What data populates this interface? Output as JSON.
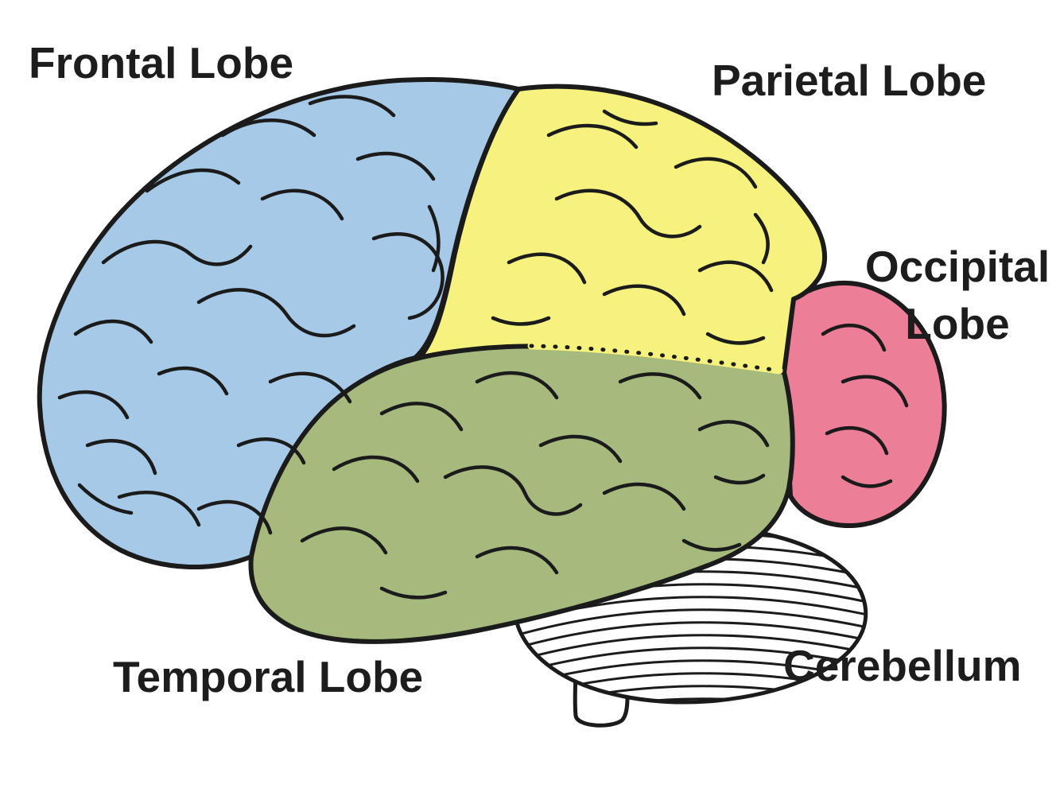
{
  "labels": {
    "frontal": "Frontal Lobe",
    "parietal": "Parietal Lobe",
    "occipital": "Occipital Lobe",
    "temporal": "Temporal Lobe",
    "cerebellum": "Cerebellum"
  },
  "colors": {
    "frontal": "#a5c9e6",
    "parietal": "#f6f27d",
    "occipital": "#ec7e97",
    "temporal": "#a6ba7d",
    "cerebellum": "#ffffff",
    "outline": "#1b1b1b",
    "background": "#ffffff",
    "label_text": "#1d1d1d"
  }
}
